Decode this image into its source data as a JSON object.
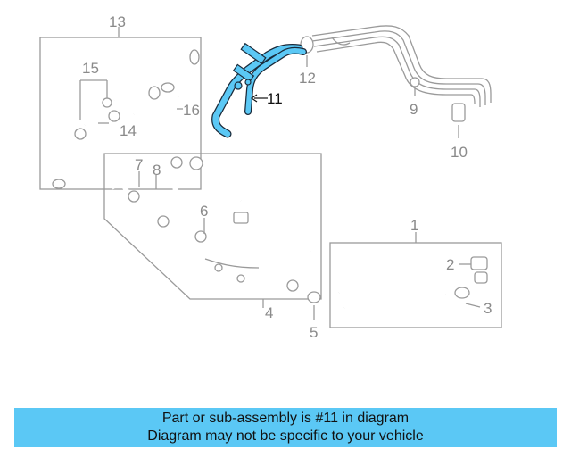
{
  "diagram": {
    "callouts": [
      "1",
      "2",
      "3",
      "4",
      "5",
      "6",
      "7",
      "8",
      "9",
      "10",
      "11",
      "12",
      "13",
      "14",
      "15",
      "16"
    ],
    "highlight_part": "11",
    "highlight_color": "#5bc8f5"
  },
  "banner": {
    "line1": "Part or sub-assembly is #11 in diagram",
    "line2": "Diagram may not be specific to your vehicle",
    "color": "#5bc8f5"
  }
}
